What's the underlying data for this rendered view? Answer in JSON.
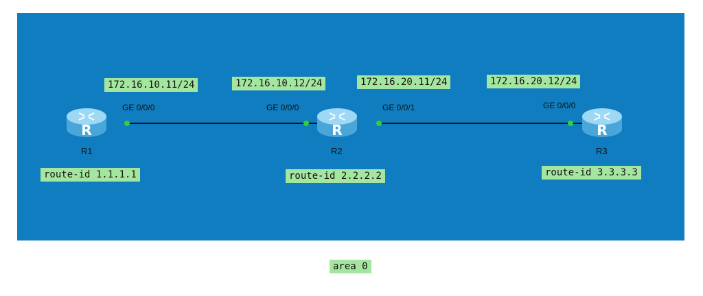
{
  "routers": [
    {
      "name": "R1",
      "route_id": "route-id 1.1.1.1",
      "icon": "router-icon"
    },
    {
      "name": "R2",
      "route_id": "route-id 2.2.2.2",
      "icon": "router-icon"
    },
    {
      "name": "R3",
      "route_id": "route-id 3.3.3.3",
      "icon": "router-icon"
    }
  ],
  "ip_labels": [
    "172.16.10.11/24",
    "172.16.10.12/24",
    "172.16.20.11/24",
    "172.16.20.12/24"
  ],
  "ports": [
    "GE 0/0/0",
    "GE 0/0/0",
    "GE 0/0/1",
    "GE 0/0/0"
  ],
  "area": "area 0",
  "colors": {
    "background": "#0f7dc0",
    "label_bg": "#a4e6a0",
    "port_dot": "#2fd32f",
    "router_body": "#5fb7e6"
  }
}
